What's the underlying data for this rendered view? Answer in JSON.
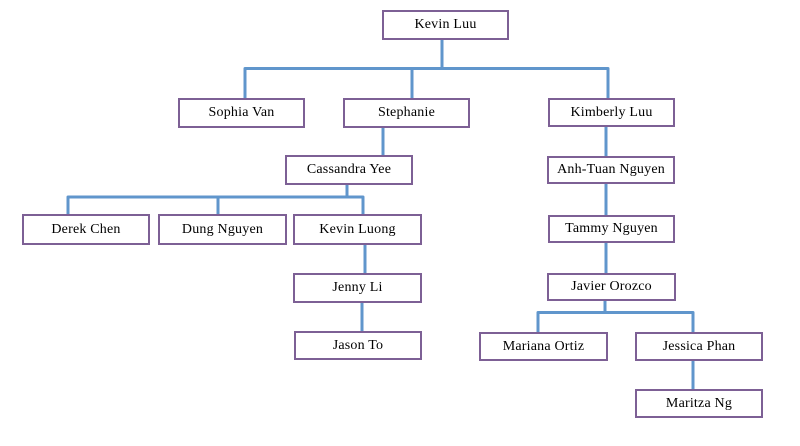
{
  "diagram": {
    "kind": "family-tree",
    "colors": {
      "background": "#ffffff",
      "box_border": "#7d6095",
      "connector": "#6096cc",
      "text": "#000000"
    },
    "nodes": [
      {
        "id": "kevin-luu",
        "label": "Kevin Luu",
        "parent": null
      },
      {
        "id": "sophia-van",
        "label": "Sophia Van",
        "parent": "kevin-luu"
      },
      {
        "id": "stephanie",
        "label": "Stephanie",
        "parent": "kevin-luu"
      },
      {
        "id": "kimberly-luu",
        "label": "Kimberly Luu",
        "parent": "kevin-luu"
      },
      {
        "id": "cassandra-yee",
        "label": "Cassandra Yee",
        "parent": "stephanie"
      },
      {
        "id": "derek-chen",
        "label": "Derek Chen",
        "parent": "cassandra-yee"
      },
      {
        "id": "dung-nguyen",
        "label": "Dung Nguyen",
        "parent": "cassandra-yee"
      },
      {
        "id": "kevin-luong",
        "label": "Kevin Luong",
        "parent": "cassandra-yee"
      },
      {
        "id": "jenny-li",
        "label": "Jenny Li",
        "parent": "kevin-luong"
      },
      {
        "id": "jason-to",
        "label": "Jason To",
        "parent": "jenny-li"
      },
      {
        "id": "anh-tuan-nguyen",
        "label": "Anh-Tuan Nguyen",
        "parent": "kimberly-luu"
      },
      {
        "id": "tammy-nguyen",
        "label": "Tammy Nguyen",
        "parent": "anh-tuan-nguyen"
      },
      {
        "id": "javier-orozco",
        "label": "Javier Orozco",
        "parent": "tammy-nguyen"
      },
      {
        "id": "mariana-ortiz",
        "label": "Mariana Ortiz",
        "parent": "javier-orozco"
      },
      {
        "id": "jessica-phan",
        "label": "Jessica Phan",
        "parent": "javier-orozco"
      },
      {
        "id": "maritza-ng",
        "label": "Maritza Ng",
        "parent": "jessica-phan"
      }
    ]
  }
}
